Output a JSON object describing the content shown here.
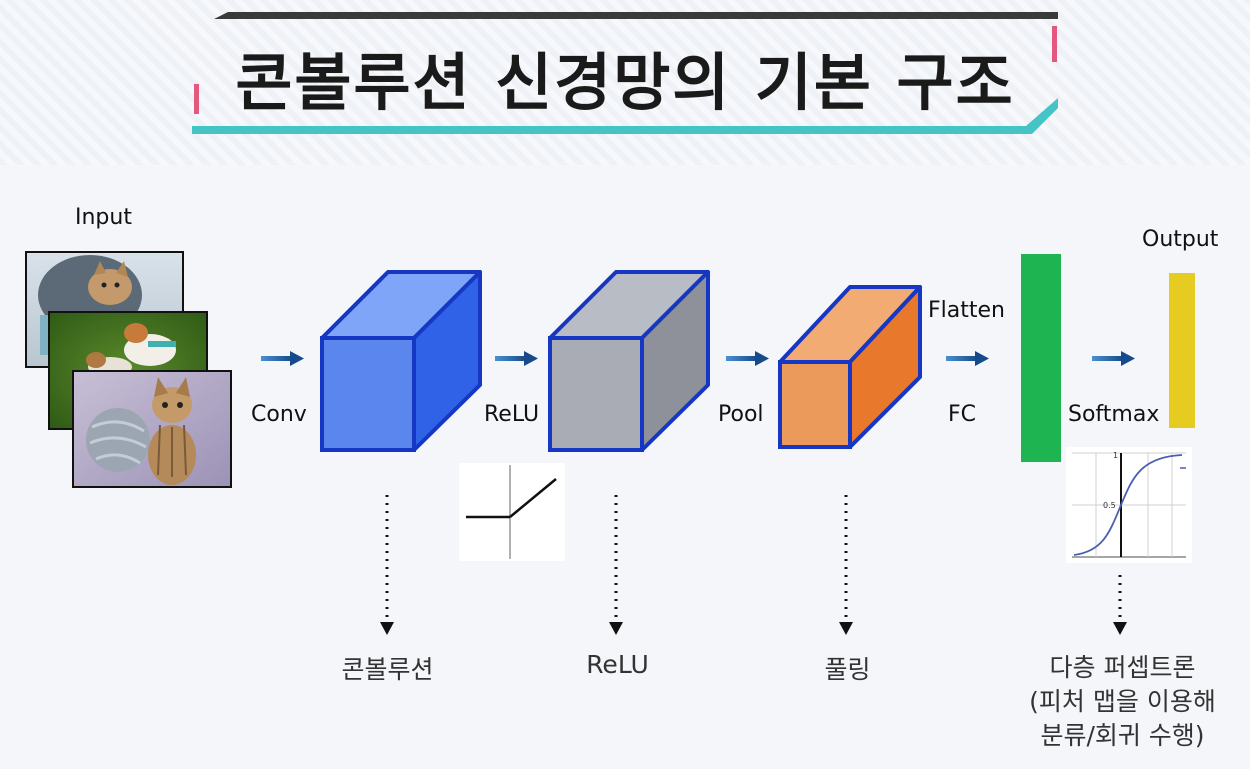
{
  "title": "콘볼루션 신경망의 기본 구조",
  "labels": {
    "input": "Input",
    "output": "Output",
    "conv": "Conv",
    "relu": "ReLU",
    "pool": "Pool",
    "flatten": "Flatten",
    "fc": "FC",
    "softmax": "Softmax"
  },
  "sigmoid_ticks": {
    "one": "1",
    "half": "0.5"
  },
  "bottom_labels": {
    "conv": "콘볼루션",
    "relu": "ReLU",
    "pool": "풀링",
    "mlp_line1": "다층 퍼셉트론",
    "mlp_line2": "(피처 맵을 이용해",
    "mlp_line3": "분류/회귀 수행)"
  },
  "colors": {
    "conv_front": "#5b86ee",
    "conv_top": "#7ea5f7",
    "conv_side": "#2f62e6",
    "relu_front": "#a9acb4",
    "relu_top": "#b8bcc5",
    "relu_side": "#8e9199",
    "pool_front": "#eb9a5c",
    "pool_top": "#f2ab72",
    "pool_side": "#e8782b",
    "cube_edge": "#1537c4",
    "fc_bar": "#1db451",
    "output_bar": "#e6cb20",
    "arrow": "#1a5f9e",
    "accent_pink": "#e4577f",
    "accent_teal": "#44c4c4"
  }
}
